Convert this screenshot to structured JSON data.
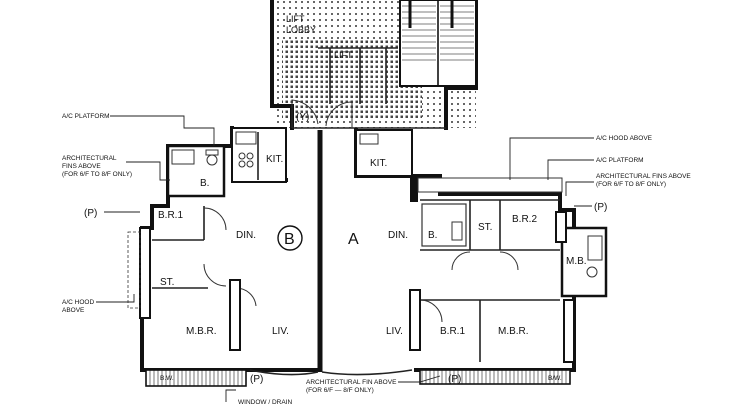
{
  "rooms": {
    "kit_left": "KIT.",
    "kit_right": "KIT.",
    "b_left": "B.",
    "br1_left": "B.R.1",
    "din_left": "DIN.",
    "st_left": "ST.",
    "mbr_left": "M.B.R.",
    "liv_left": "LIV.",
    "din_right": "DIN.",
    "b_right": "B.",
    "st_right": "ST.",
    "br2_right": "B.R.2",
    "mb_right": "M.B.",
    "liv_right": "LIV.",
    "br1_right": "B.R.1",
    "mbr_right": "M.B.R.",
    "bw_left": "B.W.",
    "bw_right": "B/W."
  },
  "units": {
    "b": "B",
    "a": "A"
  },
  "core": {
    "lift_lobby_1": "LIFT",
    "lift_lobby_2": "LOBBY",
    "lift": "LIFT",
    "y_marker": "(Y)"
  },
  "markers": {
    "p_left": "(P)",
    "p_right": "(P)",
    "p_bottom_left": "(P)",
    "p_bottom_right": "(P)"
  },
  "notes": {
    "ac_platform_left": "A/C PLATFORM",
    "arch_fins_left_1": "ARCHITECTURAL",
    "arch_fins_left_2": "FINS ABOVE",
    "arch_fins_left_3": "(FOR 6/F TO 8/F ONLY)",
    "ac_hood_left_1": "A/C HOOD",
    "ac_hood_left_2": "ABOVE",
    "ac_hood_right": "A/C HOOD ABOVE",
    "ac_platform_right": "A/C PLATFORM",
    "arch_fins_right_1": "ARCHITECTURAL FINS ABOVE",
    "arch_fins_right_2": "(FOR 6/F TO 8/F ONLY)",
    "arch_fin_bottom_1": "ARCHITECTURAL FIN ABOVE",
    "arch_fin_bottom_2": "(FOR 6/F — 8/F ONLY)",
    "bottom_cut": "WINDOW / DRAIN"
  }
}
